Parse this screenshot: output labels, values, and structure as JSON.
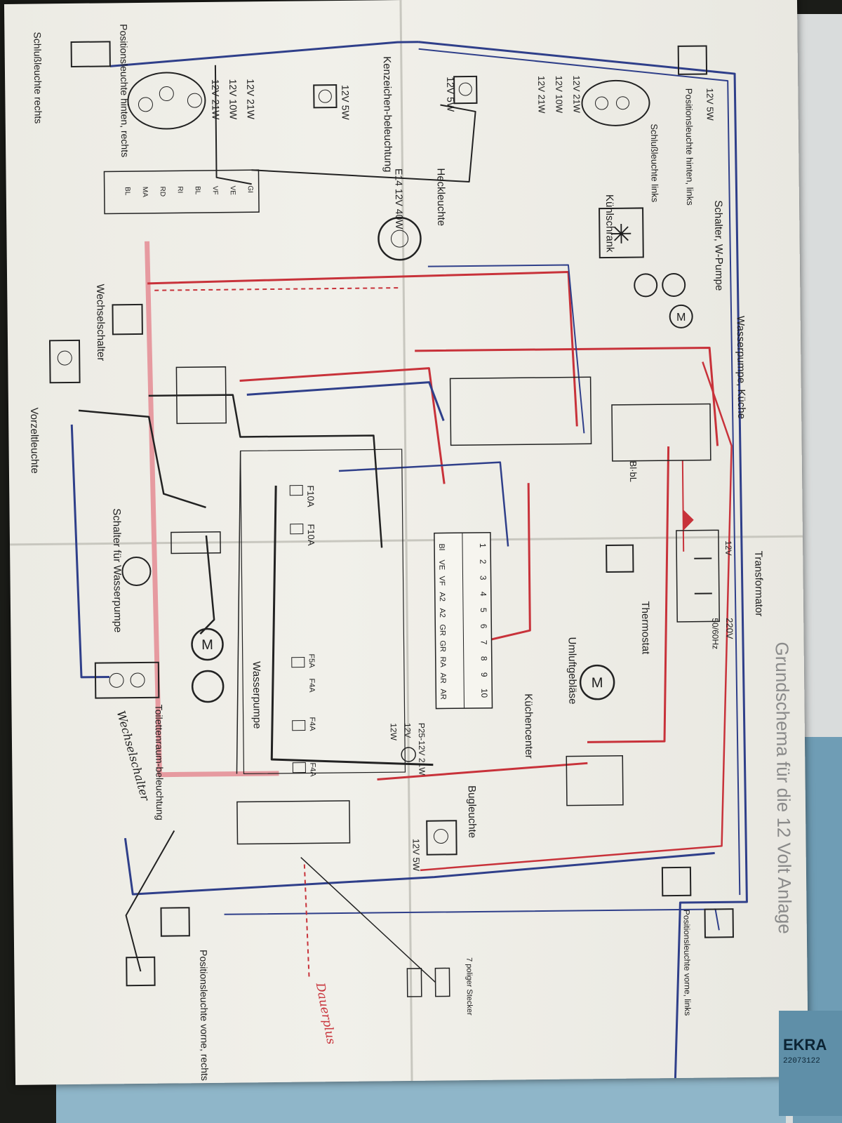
{
  "diagram": {
    "title": "Grundschema für die 12 Volt Anlage",
    "colors": {
      "red_wire": "#c8323a",
      "blue_wire": "#2f3f8a",
      "black_wire": "#222222",
      "paper": "#efeee8"
    },
    "labels": {
      "pos_rear_right": "Positionsleuchte hinten, rechts",
      "schluss_rechts": "Schlußleuchte rechts",
      "kennzeichen": "Kenzeichen-beleuchtung",
      "kennzeichen_rating": "12V 5W",
      "rear_right_ratings": [
        "12V 21W",
        "12V 10W",
        "12V 21W"
      ],
      "heck": "Heckleuchte",
      "heck_rating": "E14 12V 40W",
      "heck_rating_top": "12V 5W",
      "pos_rear_left": "Positionsleuchte hinten, links",
      "pos_rear_left_rating": "12V 5W",
      "schluss_links": "Schlußleuchte links",
      "rear_left_ratings": [
        "12V 21W",
        "12V 10W",
        "12V 21W"
      ],
      "kuehlschrank": "Kühlschrank",
      "schalter_wpumpe": "Schalter, W-Pumpe",
      "wasserpumpe_kueche": "Wasserpumpe, Küche",
      "transformator": "Transformator",
      "trafo_12v": "12V",
      "trafo_220v": "220V",
      "trafo_hz": "50/60Hz",
      "thermostat": "Thermostat",
      "umluft": "Umluftgebläse",
      "kuechencenter": "Küchencenter",
      "bugleuchte": "Bugleuchte",
      "bug_rating": "12V 5W",
      "pos_front_left": "Positionsleuchte vorne, links",
      "pos_front_right": "Positionsleuchte vorne, rechts",
      "stecker": "7 poliger Stecker",
      "wechselschalter": "Wechselschalter",
      "vorzelt": "Vorzeltleuchte",
      "schalter_wasserpumpe": "Schalter für Wasserpumpe",
      "wasserpumpe": "Wasserpumpe",
      "toilette": "Toilettenraum-beleuchtung",
      "hand_wechsel": "Wechselschalter",
      "hand_dauerplus": "Dauerplus",
      "fuse_f10a_1": "F10A",
      "fuse_f10a_2": "F10A",
      "fuse_f5a": "F5A",
      "fuse_f4a": [
        "F4A",
        "F4A",
        "F4A"
      ],
      "lamp_p25": "P25-12V 21W",
      "lamp_12v": "12V",
      "lamp_12w": "12W",
      "bi_bl": "Bl·bL"
    },
    "terminal_numbers": [
      "1",
      "2",
      "3",
      "4",
      "5",
      "6",
      "7",
      "8",
      "9",
      "10"
    ],
    "terminal_codes": [
      "Bl",
      "VE",
      "VF",
      "A2",
      "A2",
      "GR",
      "GR",
      "RA",
      "AR",
      "AR"
    ],
    "plug_codes": [
      "GI",
      "VE",
      "VF",
      "BL",
      "RI",
      "RD",
      "MA",
      "BL"
    ],
    "bg_label": "EKRA",
    "bg_code": "22073122"
  }
}
